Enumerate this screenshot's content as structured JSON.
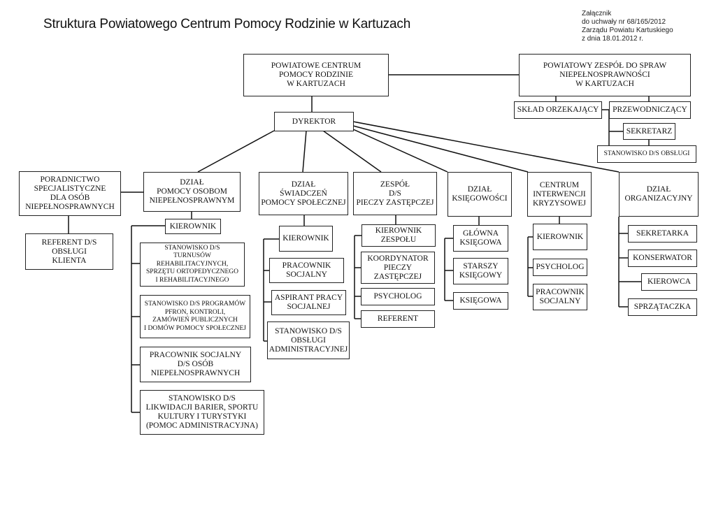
{
  "header": {
    "title": "Struktura Powiatowego Centrum Pomocy Rodzinie w Kartuzach",
    "annex": [
      "Załącznik",
      "do uchwały nr 68/165/2012",
      "Zarządu Powiatu Kartuskiego",
      "z dnia 18.01.2012 r."
    ]
  },
  "org": {
    "pcpr": "POWIATOWE CENTRUM\nPOMOCY RODZINIE\nW KARTUZACH",
    "pzds": "POWIATOWY ZESPÓŁ DO SPRAW\nNIEPEŁNOSPRAWNOŚCI\nW KARTUZACH",
    "pzds_children": {
      "sklad": "SKŁAD ORZEKAJĄCY",
      "przewodniczacy": "PRZEWODNICZĄCY",
      "sekretarz": "SEKRETARZ",
      "obslugi": "STANOWISKO D/S OBSŁUGI"
    },
    "dyrektor": "DYREKTOR",
    "poradnictwo": {
      "label": "PORADNICTWO\nSPECJALISTYCZNE\nDLA OSÓB\nNIEPEŁNOSPRAWNYCH",
      "children": [
        "REFERENT D/S\nOBSŁUGI\nKLIENTA"
      ]
    },
    "departments": [
      {
        "label": "DZIAŁ\nPOMOCY OSOBOM\nNIEPEŁNOSPRAWNYM",
        "head": "KIEROWNIK",
        "children": [
          "STANOWISKO D/S\nTURNUSÓW\nREHABILITACYJNYCH,\nSPRZĘTU ORTOPEDYCZNEGO\nI REHABILITACYJNEGO",
          "STANOWISKO D/S PROGRAMÓW\nPFRON, KONTROLI,\nZAMÓWIEŃ PUBLICZNYCH\nI DOMÓW POMOCY SPOŁECZNEJ",
          "PRACOWNIK SOCJALNY\nD/S OSÓB\nNIEPEŁNOSPRAWNYCH",
          "STANOWISKO D/S\nLIKWIDACJI BARIER, SPORTU\nKULTURY I TURYSTYKI\n(POMOC ADMINISTRACYJNA)"
        ]
      },
      {
        "label": "DZIAŁ\nŚWIADCZEŃ\nPOMOCY SPOŁECZNEJ",
        "head": "KIEROWNIK",
        "children": [
          "PRACOWNIK\nSOCJALNY",
          "ASPIRANT PRACY\nSOCJALNEJ",
          "STANOWISKO D/S\nOBSŁUGI\nADMINISTRACYJNEJ"
        ]
      },
      {
        "label": "ZESPÓŁ\nD/S\nPIECZY ZASTĘPCZEJ",
        "head": "KIEROWNIK\nZESPOŁU",
        "children": [
          "KOORDYNATOR\nPIECZY\nZASTĘPCZEJ",
          "PSYCHOLOG",
          "REFERENT"
        ]
      },
      {
        "label": "DZIAŁ\nKSIĘGOWOŚCI",
        "head": "GŁÓWNA\nKSIĘGOWA",
        "children": [
          "STARSZY\nKSIĘGOWY",
          "KSIĘGOWA"
        ]
      },
      {
        "label": "CENTRUM\nINTERWENCJI\nKRYZYSOWEJ",
        "head": "KIEROWNIK",
        "children": [
          "PSYCHOLOG",
          "PRACOWNIK\nSOCJALNY"
        ]
      },
      {
        "label": "DZIAŁ\nORGANIZACYJNY",
        "children": [
          "SEKRETARKA",
          "KONSERWATOR",
          "KIEROWCA",
          "SPRZĄTACZKA"
        ]
      }
    ]
  }
}
